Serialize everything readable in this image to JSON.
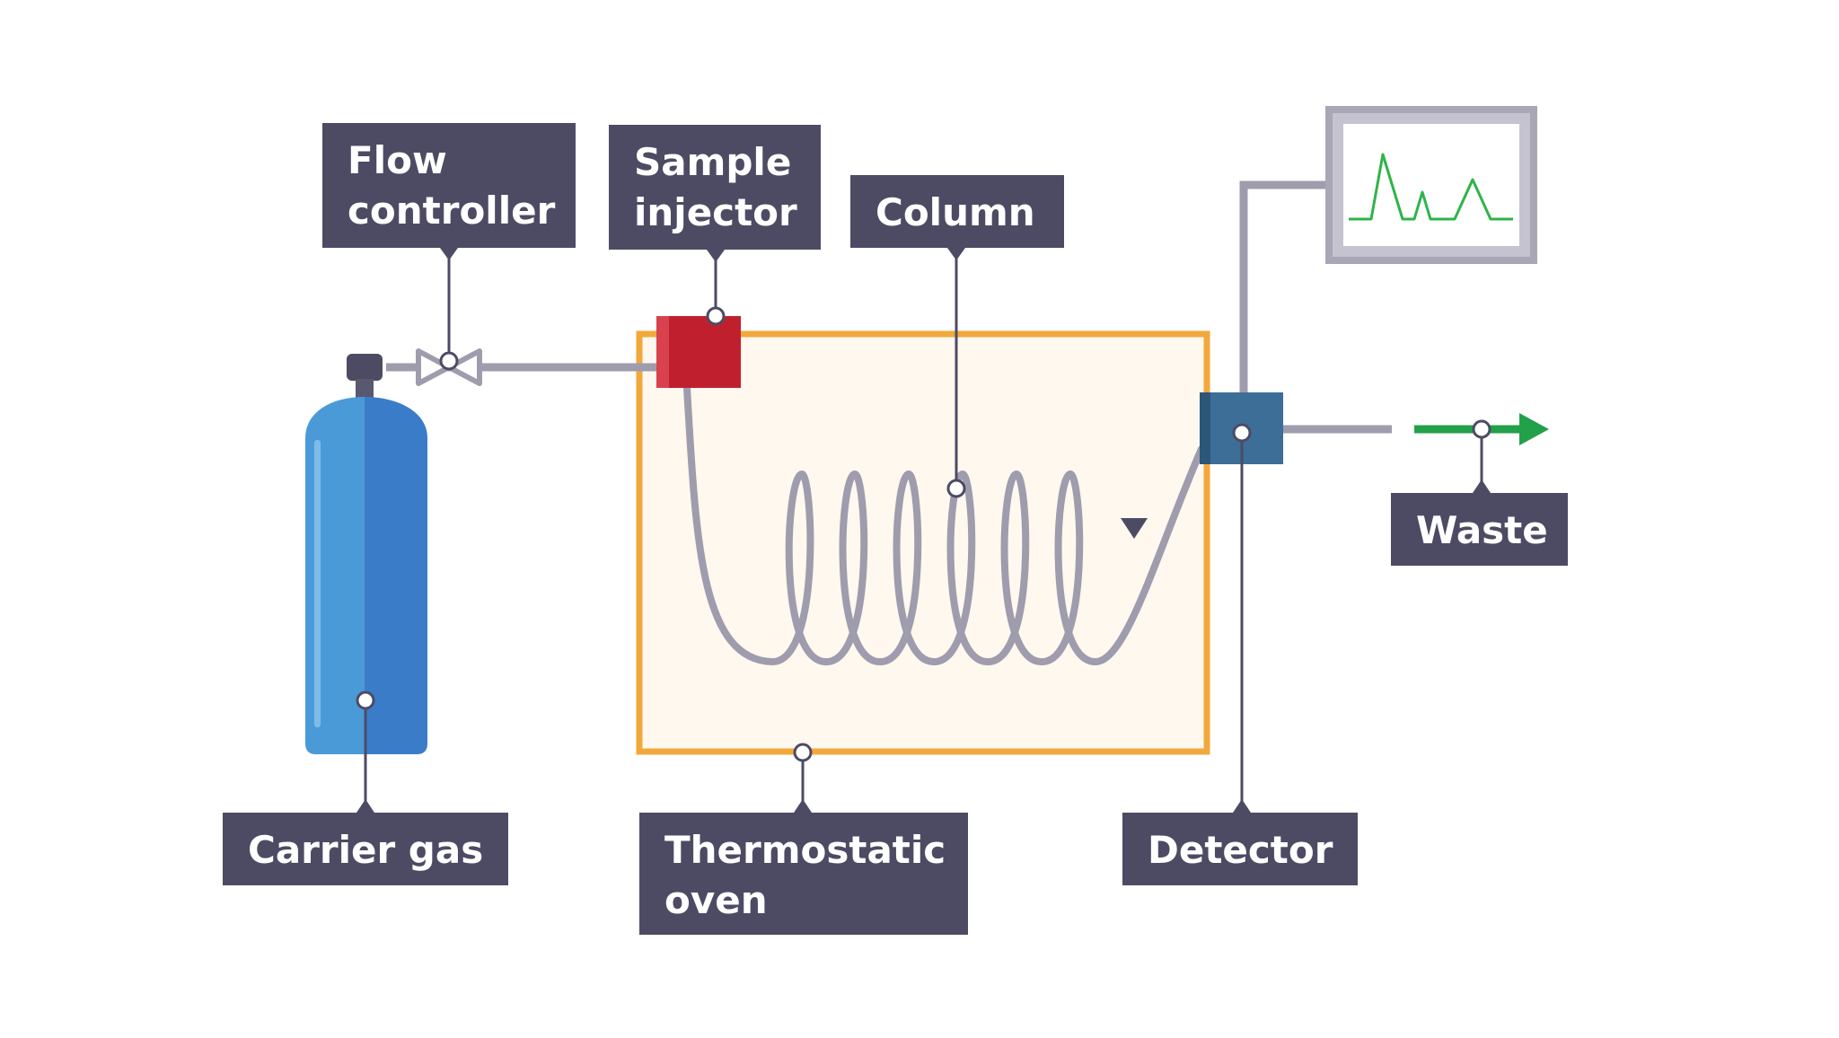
{
  "labels": {
    "flow_controller": [
      "Flow",
      "controller"
    ],
    "sample_injector": [
      "Sample",
      "injector"
    ],
    "column": [
      "Column"
    ],
    "carrier_gas": [
      "Carrier gas"
    ],
    "thermostatic_oven": [
      "Thermostatic",
      "oven"
    ],
    "detector": [
      "Detector"
    ],
    "waste": [
      "Waste"
    ]
  },
  "colors": {
    "label_bg": "#4d4b64",
    "pipe": "#9e9cad",
    "cylinder_light": "#4a9ad8",
    "cylinder_dark": "#3a7cc8",
    "oven_border": "#f2a83c",
    "oven_fill": "#fff8ef",
    "injector": "#c0202e",
    "detector": "#3c6e97",
    "waste_arrow": "#22a04a",
    "trace": "#2fb34a",
    "monitor_frame": "#a9a7b6"
  },
  "icons": {
    "flow_valve": "valve-icon",
    "cylinder": "gas-cylinder-icon",
    "monitor": "monitor-icon",
    "arrow": "arrow-right-icon"
  }
}
